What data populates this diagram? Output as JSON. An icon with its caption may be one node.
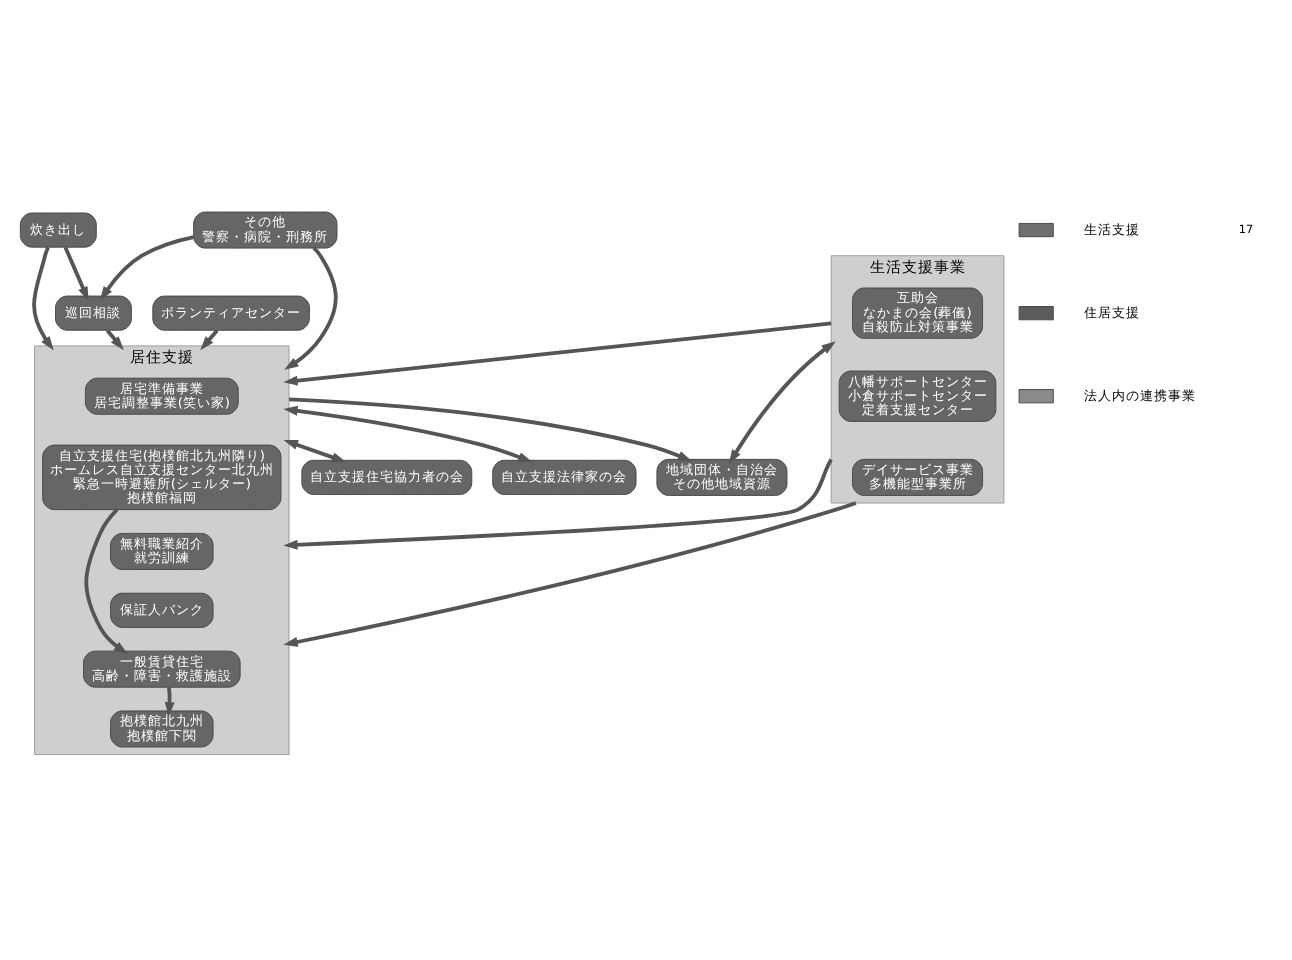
{
  "diagram": {
    "nodes": [
      {
        "text": [
          "炊き出し"
        ]
      },
      {
        "text": [
          "ボランティアセンター"
        ]
      },
      {
        "text": [
          "巡回相談"
        ]
      },
      {
        "text": [
          "居住支援"
        ]
      },
      {
        "text": [
          "居宅準備事業",
          "居宅調整事業(笑い家)"
        ],
        "in": 3
      },
      {
        "text": [
          "自立支援住宅(抱樸館北九州隣り)",
          "ホームレス自立支援センター北九州",
          "緊急一時避難所(シェルター)",
          "抱樸館福岡"
        ],
        "in": 3
      },
      {
        "text": [
          "無料職業紹介",
          "就労訓練"
        ],
        "in": 3
      },
      {
        "text": [
          "保証人バンク"
        ],
        "in": 3
      },
      {
        "text": [
          "一般賃貸住宅",
          "高齢・障害・救護施設"
        ],
        "in": 3
      },
      {
        "text": [
          "抱樸館北九州",
          "抱樸館下関"
        ],
        "in": 3
      },
      {
        "text": [
          "生活支援事業"
        ]
      },
      {
        "text": [
          "互助会",
          "なかまの会(葬儀)",
          "自殺防止対策事業"
        ],
        "in": 10
      },
      {
        "text": [
          "八幡サポートセンター",
          "小倉サポートセンター",
          "定着支援センター"
        ],
        "in": 10
      },
      {
        "text": [
          "デイサービス事業",
          "多機能型事業所"
        ],
        "in": 10
      },
      {
        "text": [
          "その他",
          "警察・病院・刑務所"
        ]
      },
      {
        "text": [
          "自立支援住宅協力者の会"
        ]
      },
      {
        "text": [
          "自立支援法律家の会"
        ]
      },
      {
        "text": [
          "地域団体・自治会",
          "その他地域資源"
        ]
      }
    ],
    "edges": [
      {
        "from": 1,
        "to": 3,
        "arrow": "to"
      },
      {
        "from": 0,
        "to": 3,
        "arrow": "to"
      },
      {
        "from": 0,
        "to": 2,
        "arrow": "to"
      },
      {
        "from": 2,
        "to": 3,
        "arrow": "to"
      },
      {
        "from": 14,
        "to": 2,
        "arrow": "to"
      },
      {
        "from": 14,
        "to": 3,
        "arrow": "to"
      },
      {
        "from": 10,
        "to": 3,
        "arrow": "to"
      },
      {
        "from": 10,
        "to": 3,
        "arrow": "to"
      },
      {
        "from": 10,
        "to": 3,
        "arrow": "to"
      },
      {
        "from": 5,
        "to": 8,
        "arrow": "to"
      },
      {
        "from": 8,
        "to": 9,
        "arrow": "to"
      },
      {
        "from": 3,
        "to": 15,
        "arrow": "both"
      },
      {
        "from": 3,
        "to": 16,
        "arrow": "both"
      },
      {
        "from": 3,
        "to": 17,
        "arrow": "to"
      },
      {
        "from": 10,
        "to": 17,
        "arrow": "both"
      }
    ],
    "labels": [
      "17"
    ],
    "legend": [
      {
        "text": "生活支援",
        "color": "#6e6e6e"
      },
      {
        "text": "住居支援",
        "color": "#5c5c5c"
      },
      {
        "text": "法人内の連携事業",
        "color": "#8a8a8a"
      }
    ]
  }
}
